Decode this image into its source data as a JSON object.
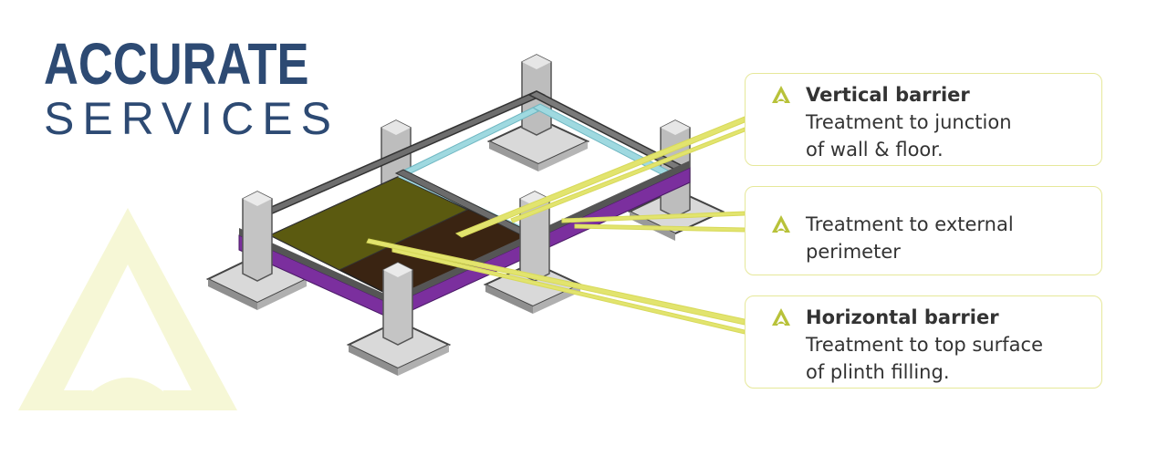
{
  "brand": {
    "line1": "ACCURATE",
    "line2": "SERVICES",
    "color": "#2d4a73",
    "watermark_color": "#f6f7d6",
    "watermark_icon": "triangle-a-logo-icon"
  },
  "callouts": {
    "vertical": {
      "title": "Vertical barrier",
      "description": "Treatment to junction\nof wall & floor.",
      "icon": "triangle-a-bullet-icon"
    },
    "external": {
      "title": "",
      "description": "Treatment to external\nperimeter",
      "icon": "triangle-a-bullet-icon"
    },
    "horizontal": {
      "title": "Horizontal barrier",
      "description": "Treatment to top surface\n of plinth filling.",
      "icon": "triangle-a-bullet-icon"
    }
  },
  "colors": {
    "callout_border": "#e6e89a",
    "leader_line": "#e2e46e",
    "perimeter_band": "#7b2f9e",
    "vertical_barrier": "#9fd9e0",
    "horizontal_barrier": "#5b5a10",
    "soil": "#3a2412",
    "concrete": "#cfcfcf"
  }
}
